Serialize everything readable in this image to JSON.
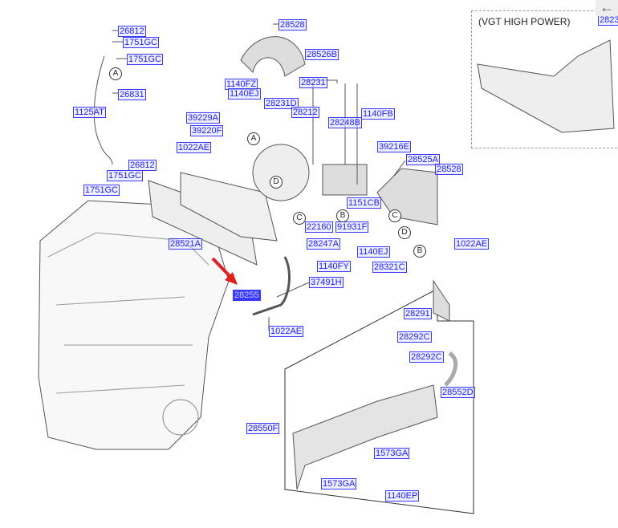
{
  "inset_title": "(VGT HIGH POWER)",
  "inset_label": "2823",
  "back_icon": "arrow-left-icon",
  "highlight_color": "#3a3aff",
  "arrow_color": "#e02020",
  "highlighted_part": "28255",
  "labels": [
    "26812",
    "1751GC",
    "1751GC",
    "26831",
    "1125AT",
    "26812",
    "1751GC",
    "1751GC",
    "28528",
    "28526B",
    "1140FZ",
    "1140EJ",
    "28231",
    "28231D",
    "28212",
    "39229A",
    "39220F",
    "1140FB",
    "28248B",
    "39216E",
    "1022AE",
    "28525A",
    "28528",
    "1151CB",
    "22160",
    "91931F",
    "28521A",
    "28247A",
    "1140EJ",
    "28321C",
    "1022AE",
    "1140FY",
    "37491H",
    "28255",
    "1022AE",
    "28291",
    "28292C",
    "28292C",
    "28552D",
    "28550F",
    "1573GA",
    "1573GA",
    "1140EP"
  ],
  "reference_letters": [
    "A",
    "A",
    "D",
    "D",
    "C",
    "C",
    "B",
    "B"
  ]
}
